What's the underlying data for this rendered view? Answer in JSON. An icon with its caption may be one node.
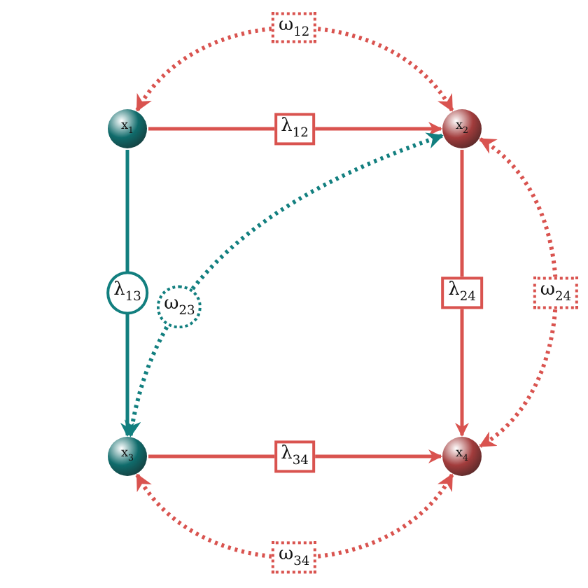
{
  "diagram": {
    "nodes": [
      {
        "text": [
          "x$_{1}$"
        ]
      },
      {
        "text": [
          "x$_{2}$"
        ]
      },
      {
        "text": [
          "x$_{3}$"
        ]
      },
      {
        "text": [
          "x$_{4}$"
        ]
      }
    ],
    "edges": [
      {
        "from": 0,
        "to": 1,
        "arrow": "both",
        "style": "dashed",
        "label": "ω$_{12}$"
      },
      {
        "from": 0,
        "to": 1,
        "arrow": "to",
        "label": "λ$_{12}$"
      },
      {
        "from": 0,
        "to": 2,
        "arrow": "to",
        "label": "λ$_{13}$",
        "color": "#127f7f"
      },
      {
        "from": 1,
        "to": 2,
        "arrow": "both",
        "style": "dashed",
        "label": "ω$_{23}$",
        "color": "#127f7f"
      },
      {
        "from": 1,
        "to": 3,
        "arrow": "to",
        "label": "λ$_{24}$"
      },
      {
        "from": 1,
        "to": 3,
        "arrow": "both",
        "style": "dashed",
        "label": "ω$_{24}$"
      },
      {
        "from": 2,
        "to": 3,
        "arrow": "to",
        "label": "λ$_{34}$"
      },
      {
        "from": 2,
        "to": 3,
        "arrow": "both",
        "style": "dashed",
        "label": "ω$_{34}$"
      }
    ]
  }
}
